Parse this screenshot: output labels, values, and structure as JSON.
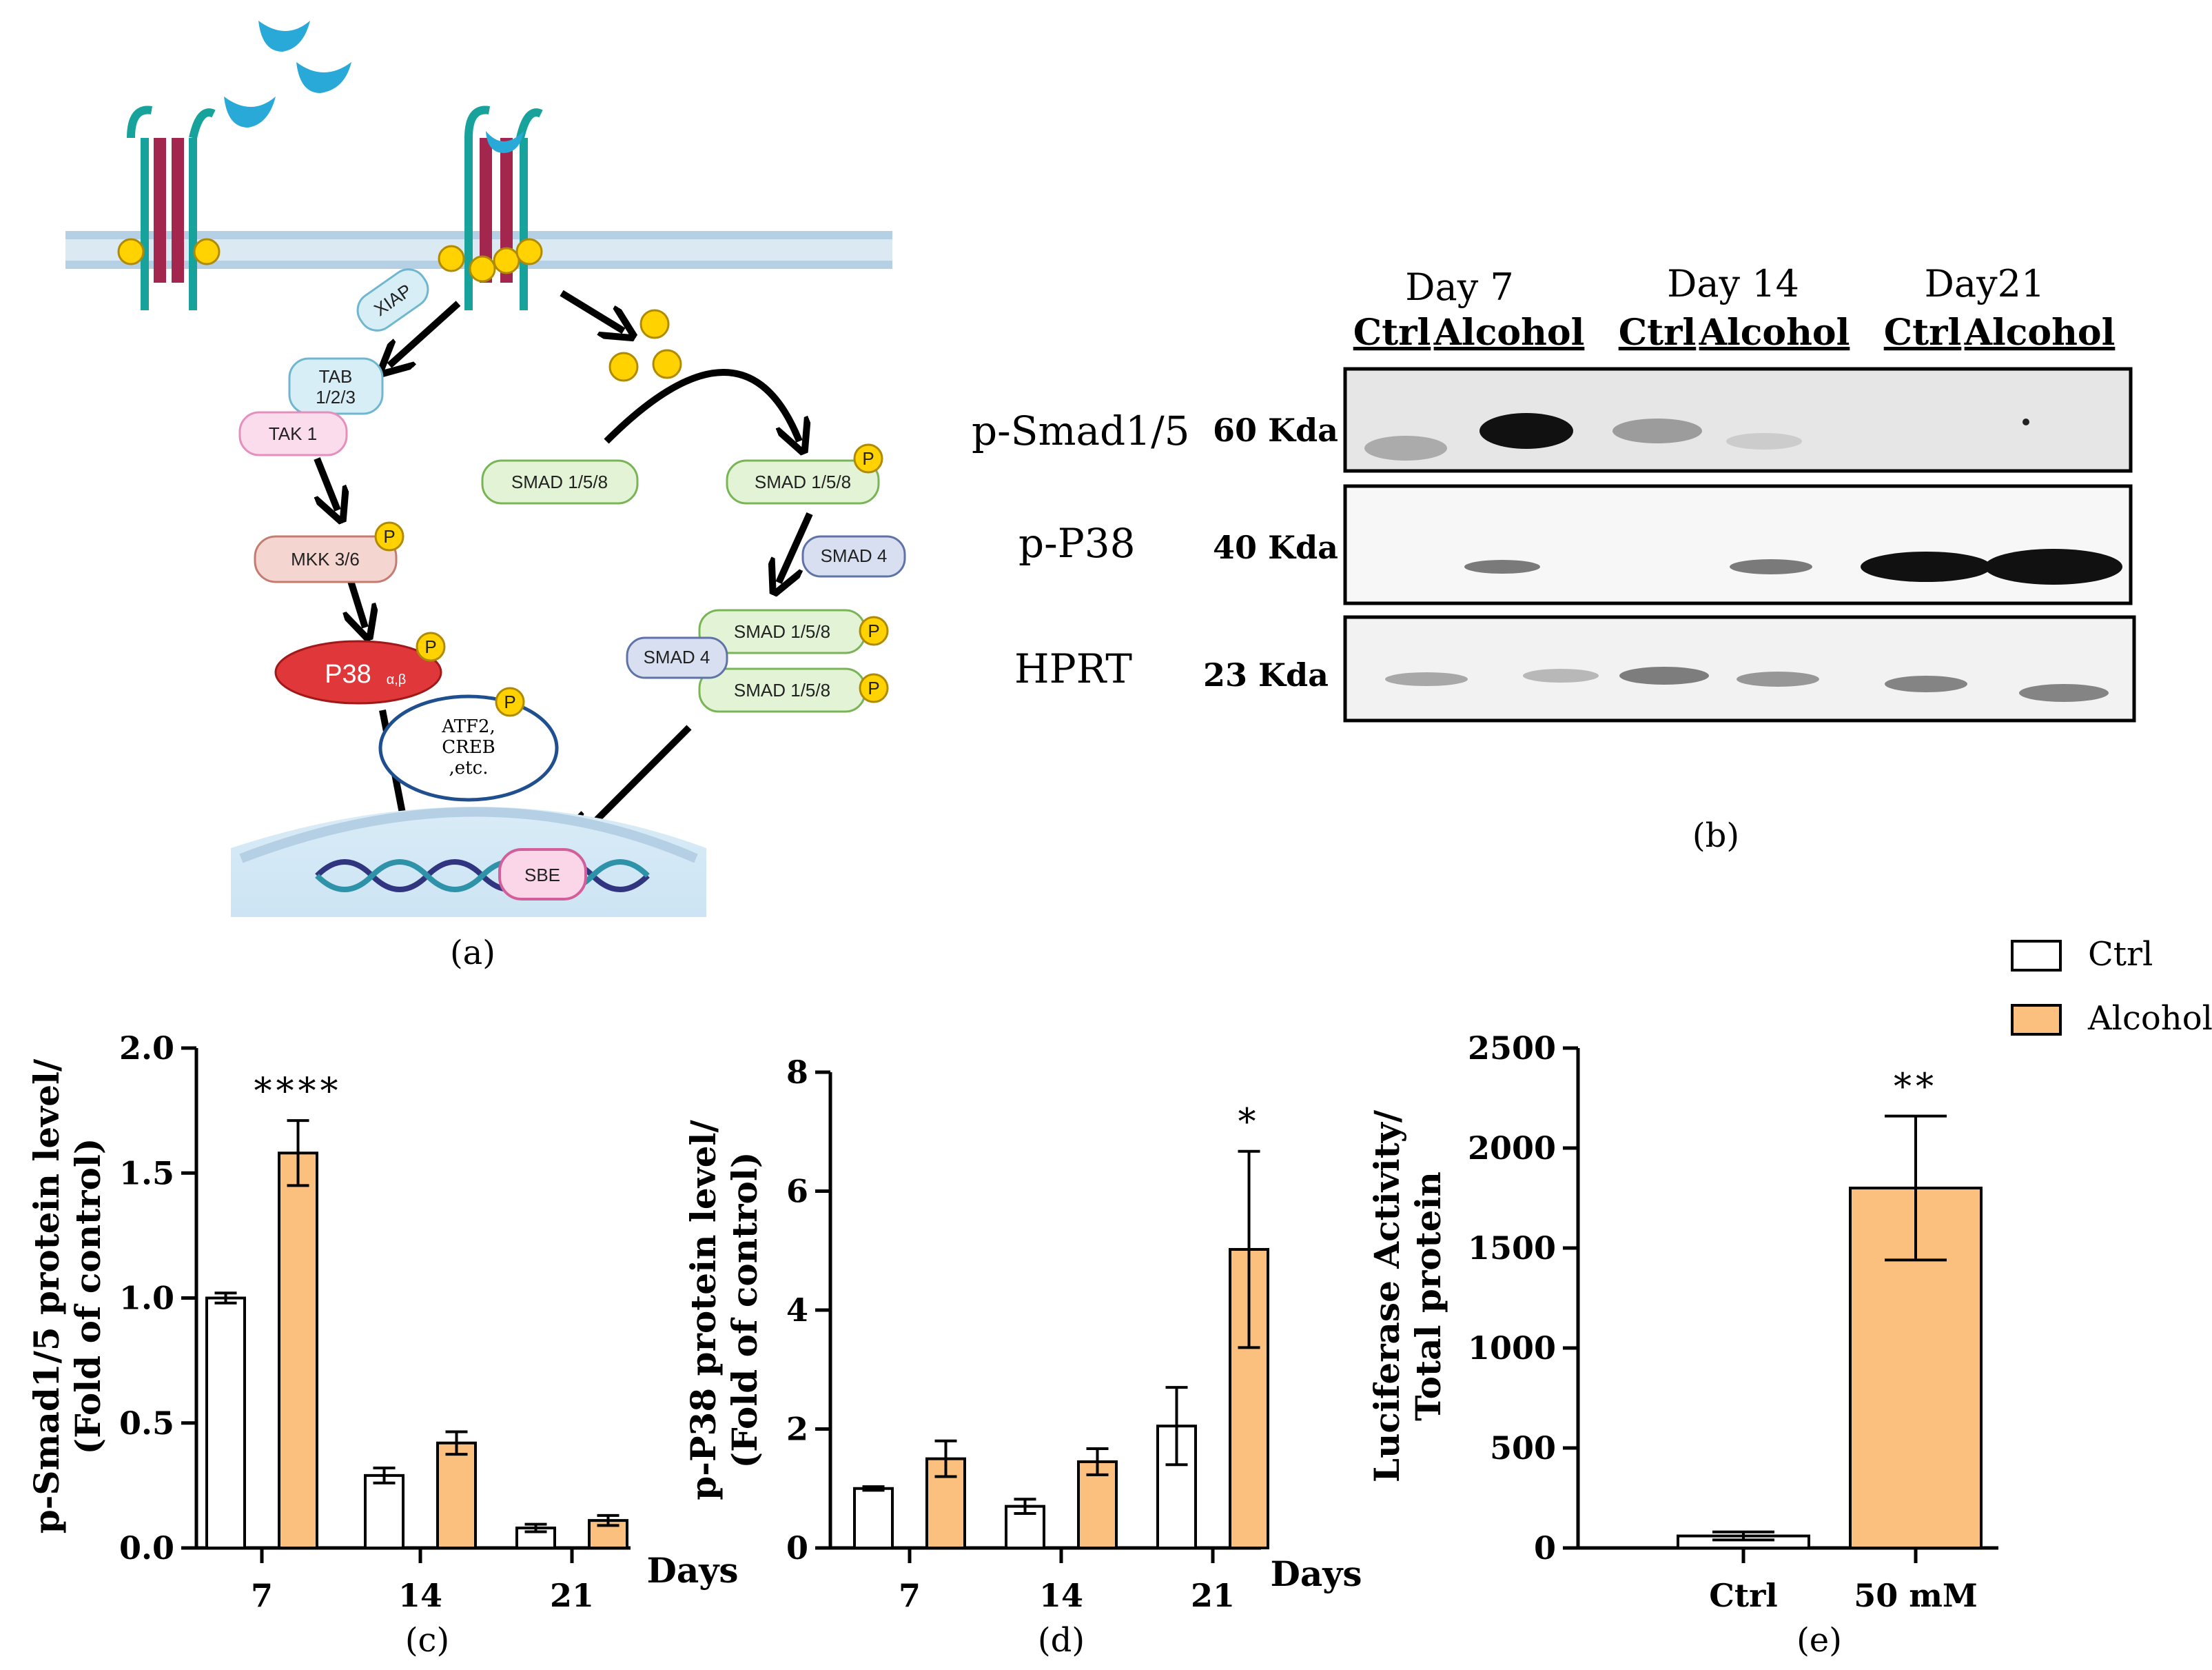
{
  "panel_labels": {
    "a": "(a)",
    "b": "(b)",
    "c": "(c)",
    "d": "(d)",
    "e": "(e)"
  },
  "colors": {
    "ctrl": "#ffffff",
    "alcohol": "#fcc07e",
    "edge": "#000000"
  },
  "pathway": {
    "xiap": "XIAP",
    "tab": [
      "TAB",
      "1/2/3"
    ],
    "tak1": "TAK 1",
    "mkk": "MKK 3/6",
    "p38": "P38",
    "p38_sub": "α,β",
    "atf2": [
      "ATF2,",
      "CREB",
      ",etc."
    ],
    "smad158_left": "SMAD 1/5/8",
    "smad158_right": "SMAD 1/5/8",
    "smad4": "SMAD 4",
    "complex_top": "SMAD 1/5/8",
    "complex_smad4": "SMAD 4",
    "complex_bottom": "SMAD 1/5/8",
    "sbe": "SBE",
    "phospho": "P"
  },
  "blot": {
    "days": [
      "Day 7",
      "Day 14",
      "Day21"
    ],
    "lane_pair": [
      "Ctrl",
      "Alcohol"
    ],
    "rows": [
      {
        "name": "p-Smad1/5",
        "kda": "60 Kda"
      },
      {
        "name": "p-P38",
        "kda": "40 Kda"
      },
      {
        "name": "HPRT",
        "kda": "23 Kda"
      }
    ]
  },
  "legend": {
    "ctrl": "Ctrl",
    "alcohol": "Alcohol"
  },
  "chart_data": [
    {
      "panel": "c",
      "type": "bar",
      "xlabel": "Days",
      "ylabel": [
        "p-Smad1/5 protein level/",
        "(Fold of control)"
      ],
      "categories": [
        "7",
        "14",
        "21"
      ],
      "ylim": [
        0,
        2.0
      ],
      "yticks": [
        "0.0",
        "0.5",
        "1.0",
        "1.5",
        "2.0"
      ],
      "series": [
        {
          "name": "Ctrl",
          "values": [
            1.0,
            0.29,
            0.08
          ],
          "errors": [
            0.02,
            0.03,
            0.015
          ]
        },
        {
          "name": "Alcohol",
          "values": [
            1.58,
            0.42,
            0.11
          ],
          "errors": [
            0.13,
            0.045,
            0.02
          ]
        }
      ],
      "annotations": [
        {
          "category": "7",
          "series": "Alcohol",
          "text": "****"
        }
      ]
    },
    {
      "panel": "d",
      "type": "bar",
      "xlabel": "Days",
      "ylabel": [
        "p-P38 protein level/",
        "(Fold of control)"
      ],
      "categories": [
        "7",
        "14",
        "21"
      ],
      "ylim": [
        0,
        8
      ],
      "yticks": [
        "0",
        "2",
        "4",
        "6",
        "8"
      ],
      "series": [
        {
          "name": "Ctrl",
          "values": [
            1.0,
            0.7,
            2.05
          ],
          "errors": [
            0.03,
            0.12,
            0.65
          ]
        },
        {
          "name": "Alcohol",
          "values": [
            1.5,
            1.45,
            5.02
          ],
          "errors": [
            0.3,
            0.22,
            1.65
          ]
        }
      ],
      "annotations": [
        {
          "category": "21",
          "series": "Alcohol",
          "text": "*"
        }
      ]
    },
    {
      "panel": "e",
      "type": "bar",
      "xlabel": "",
      "ylabel": [
        "Luciferase Activity/",
        "Total protein"
      ],
      "categories": [
        "Ctrl",
        "50 mM"
      ],
      "ylim": [
        0,
        2500
      ],
      "yticks": [
        "0",
        "500",
        "1000",
        "1500",
        "2000",
        "2500"
      ],
      "values": [
        60,
        1800
      ],
      "errors": [
        20,
        360
      ],
      "annotations": [
        {
          "category": "50 mM",
          "text": "**"
        }
      ]
    }
  ]
}
